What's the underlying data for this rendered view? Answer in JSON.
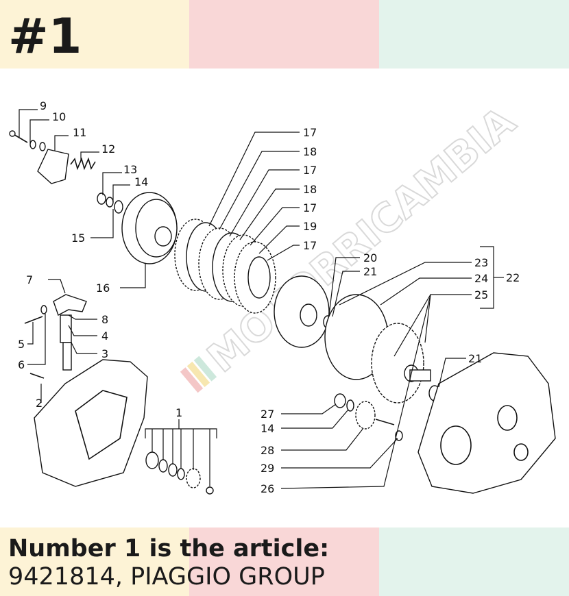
{
  "header": {
    "badge": "#1"
  },
  "caption": {
    "title": "Number 1 is the article:",
    "article": "9421814, PIAGGIO GROUP"
  },
  "watermark": "MOTORRICAMBIA",
  "colors": {
    "yellow": "#fdf3d6",
    "pink": "#f9d7d7",
    "mint": "#e3f3ec",
    "ink": "#111111"
  },
  "labels": {
    "l1": "1",
    "l2": "2",
    "l3": "3",
    "l4": "4",
    "l5": "5",
    "l6": "6",
    "l7": "7",
    "l8": "8",
    "l9": "9",
    "l10": "10",
    "l11": "11",
    "l12": "12",
    "l13": "13",
    "l14a": "14",
    "l14b": "14",
    "l15": "15",
    "l16": "16",
    "l17a": "17",
    "l17b": "17",
    "l17c": "17",
    "l17d": "17",
    "l18a": "18",
    "l18b": "18",
    "l19": "19",
    "l20": "20",
    "l21a": "21",
    "l21b": "21",
    "l22": "22",
    "l23": "23",
    "l24": "24",
    "l25": "25",
    "l26": "26",
    "l27": "27",
    "l28": "28",
    "l29": "29"
  }
}
